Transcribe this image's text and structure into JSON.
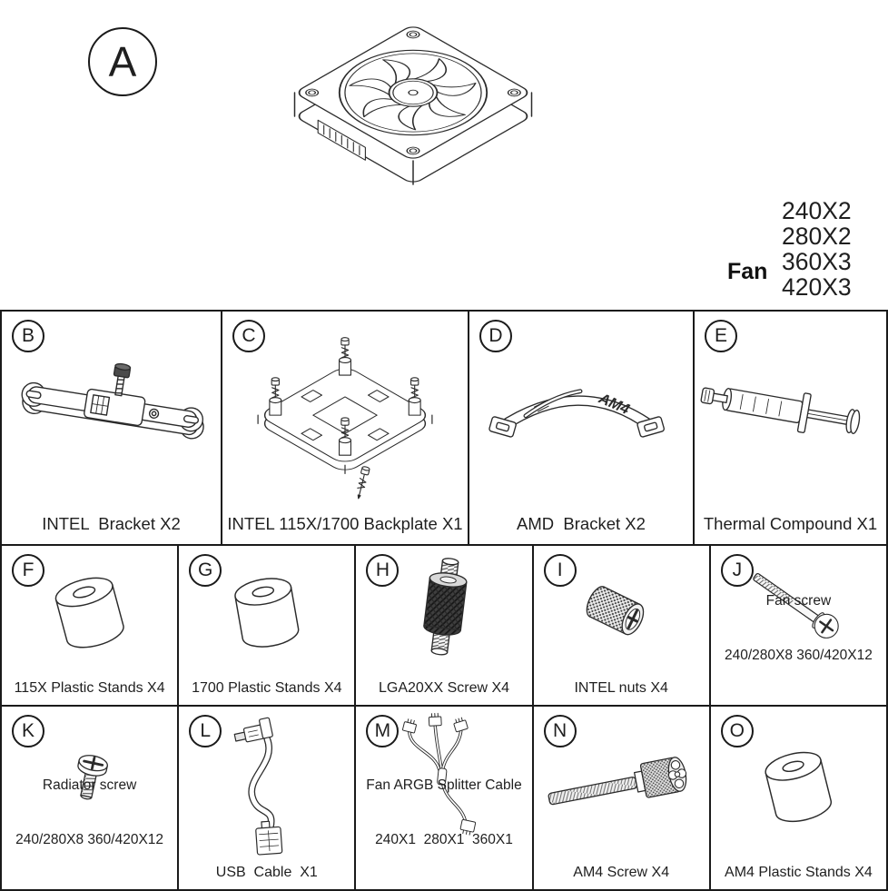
{
  "colors": {
    "line": "#2b2b2b",
    "text": "#1a1a1a",
    "background": "#ffffff",
    "border": "#1a1a1a"
  },
  "fan_section": {
    "label": "A",
    "icon": "pc-fan-isometric",
    "fan_label": "Fan",
    "quantities": [
      "240X2",
      "280X2",
      "360X3",
      "420X3"
    ]
  },
  "cells": {
    "b": {
      "label": "B",
      "icon": "intel-bracket",
      "caption": "INTEL  Bracket X2"
    },
    "c": {
      "label": "C",
      "icon": "intel-backplate",
      "caption": "INTEL 115X/1700 Backplate X1"
    },
    "d": {
      "label": "D",
      "icon": "amd-bracket",
      "caption": "AMD  Bracket X2"
    },
    "e": {
      "label": "E",
      "icon": "thermal-compound-syringe",
      "caption": "Thermal Compound X1"
    },
    "f": {
      "label": "F",
      "icon": "plastic-stand",
      "caption": "115X Plastic Stands X4"
    },
    "g": {
      "label": "G",
      "icon": "plastic-stand",
      "caption": "1700 Plastic Stands X4"
    },
    "h": {
      "label": "H",
      "icon": "standoff-screw",
      "caption": "LGA20XX Screw X4"
    },
    "i": {
      "label": "I",
      "icon": "knurled-nut",
      "caption": "INTEL nuts X4"
    },
    "j": {
      "label": "J",
      "icon": "fan-screw",
      "caption_line1": "Fan screw",
      "caption_line2": "240/280X8 360/420X12"
    },
    "k": {
      "label": "K",
      "icon": "radiator-screw",
      "caption_line1": "Radiator screw",
      "caption_line2": "240/280X8 360/420X12"
    },
    "l": {
      "label": "L",
      "icon": "usb-cable",
      "caption": "USB  Cable  X1"
    },
    "m": {
      "label": "M",
      "icon": "argb-splitter-cable",
      "caption_line1": "Fan ARGB Splitter Cable",
      "caption_line2": "240X1  280X1  360X1"
    },
    "n": {
      "label": "N",
      "icon": "am4-thumbscrew",
      "caption": "AM4 Screw X4"
    },
    "o": {
      "label": "O",
      "icon": "plastic-stand",
      "caption": "AM4 Plastic Stands X4"
    }
  }
}
